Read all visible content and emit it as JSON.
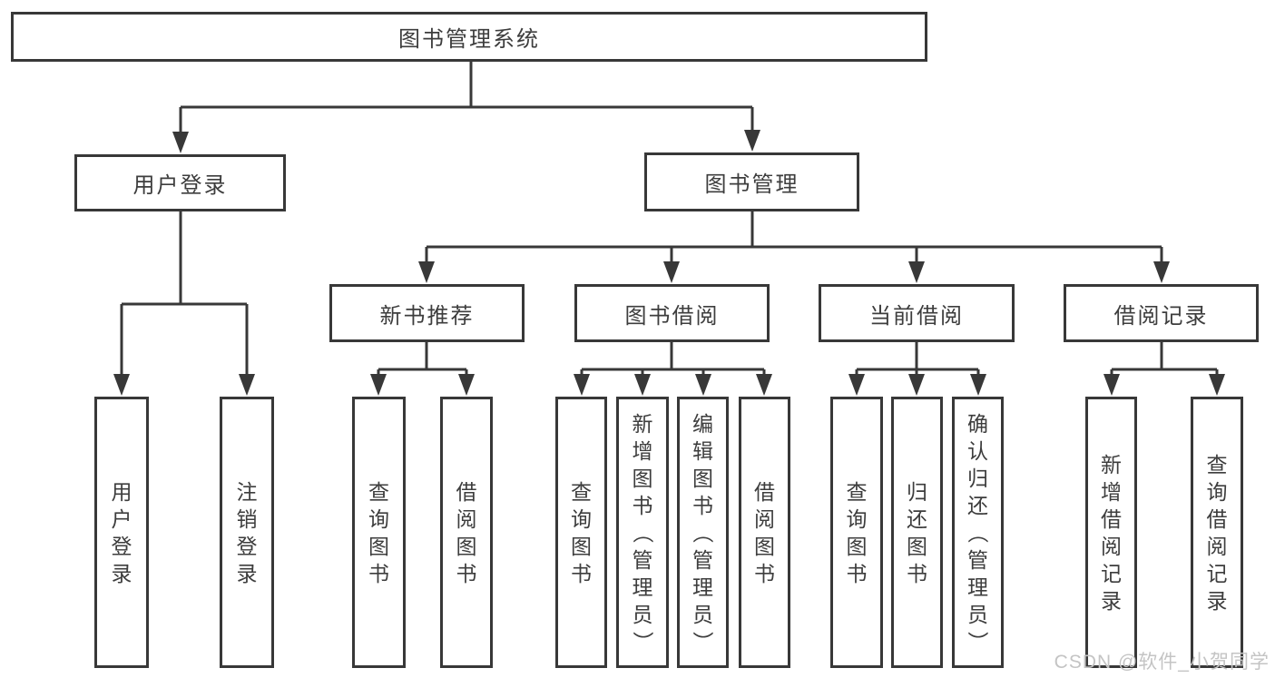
{
  "diagram": {
    "root": {
      "label": "图书管理系统"
    },
    "level1": {
      "user_login": {
        "label": "用户登录"
      },
      "book_management": {
        "label": "图书管理"
      }
    },
    "level2": {
      "new_book_recommend": {
        "label": "新书推荐"
      },
      "book_borrow": {
        "label": "图书借阅"
      },
      "current_borrow": {
        "label": "当前借阅"
      },
      "borrow_records": {
        "label": "借阅记录"
      }
    },
    "leaves": {
      "user_login": [
        "用户登录",
        "注销登录"
      ],
      "new_book_recommend": [
        "查询图书",
        "借阅图书"
      ],
      "book_borrow": [
        "查询图书",
        "新增图书（管理员）",
        "编辑图书（管理员）",
        "借阅图书"
      ],
      "current_borrow": [
        "查询图书",
        "归还图书",
        "确认归还（管理员）"
      ],
      "borrow_records": [
        "新增借阅记录",
        "查询借阅记录"
      ]
    },
    "watermark": "CSDN @软件_小贺同学",
    "colors": {
      "line": "#383838",
      "text": "#3d3d3d",
      "watermark": "#c4c4c4"
    }
  }
}
